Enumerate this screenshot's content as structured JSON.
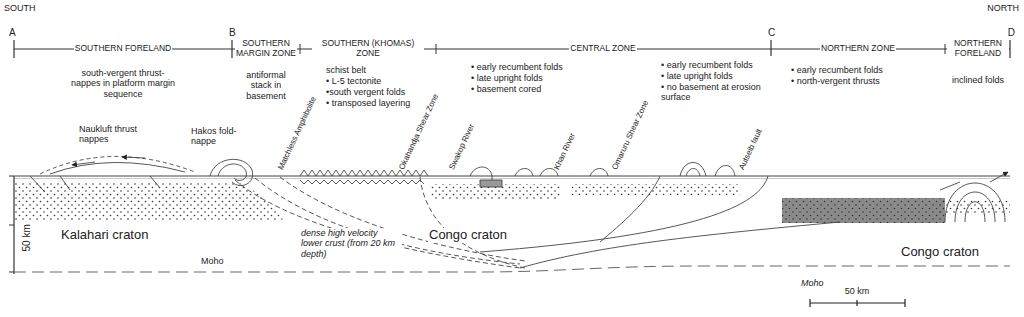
{
  "diagram": {
    "labels": [
      "SOUTH",
      "A",
      "B",
      "C",
      "NORTH",
      "D",
      "SOUTHERN FORELAND",
      "SOUTHERN MARGIN ZONE",
      "SOUTHERN (KHOMAS) ZONE",
      "CENTRAL ZONE",
      "NORTHERN ZONE",
      "NORTHERN FORELAND",
      "south-vergent thrust-nappes in platform margin sequence",
      "antiformal stack in basement",
      "schist belt",
      "• L-5 tectonite",
      "•south vergent folds",
      "• transposed layering",
      "• early recumbent folds",
      "• late upright folds",
      "• basement cored",
      "• early recumbent folds",
      "• late upright folds",
      "• no basement at erosion surface",
      "• early recumbent folds",
      "• north-vergent thrusts",
      "inclined folds",
      "Naukluft thrust nappes",
      "Hakos fold-nappe",
      "Matchless Amphibolite",
      "Okahandja Shear Zone",
      "Swakop River",
      "Khan River",
      "Omaruru Shear Zone",
      "Autseib fault",
      "Kalahari craton",
      "Congo craton",
      "Congo craton",
      "dense high velocity lower crust (from 20 km depth)",
      "Moho",
      "Moho",
      "50 km",
      "50 km"
    ]
  }
}
